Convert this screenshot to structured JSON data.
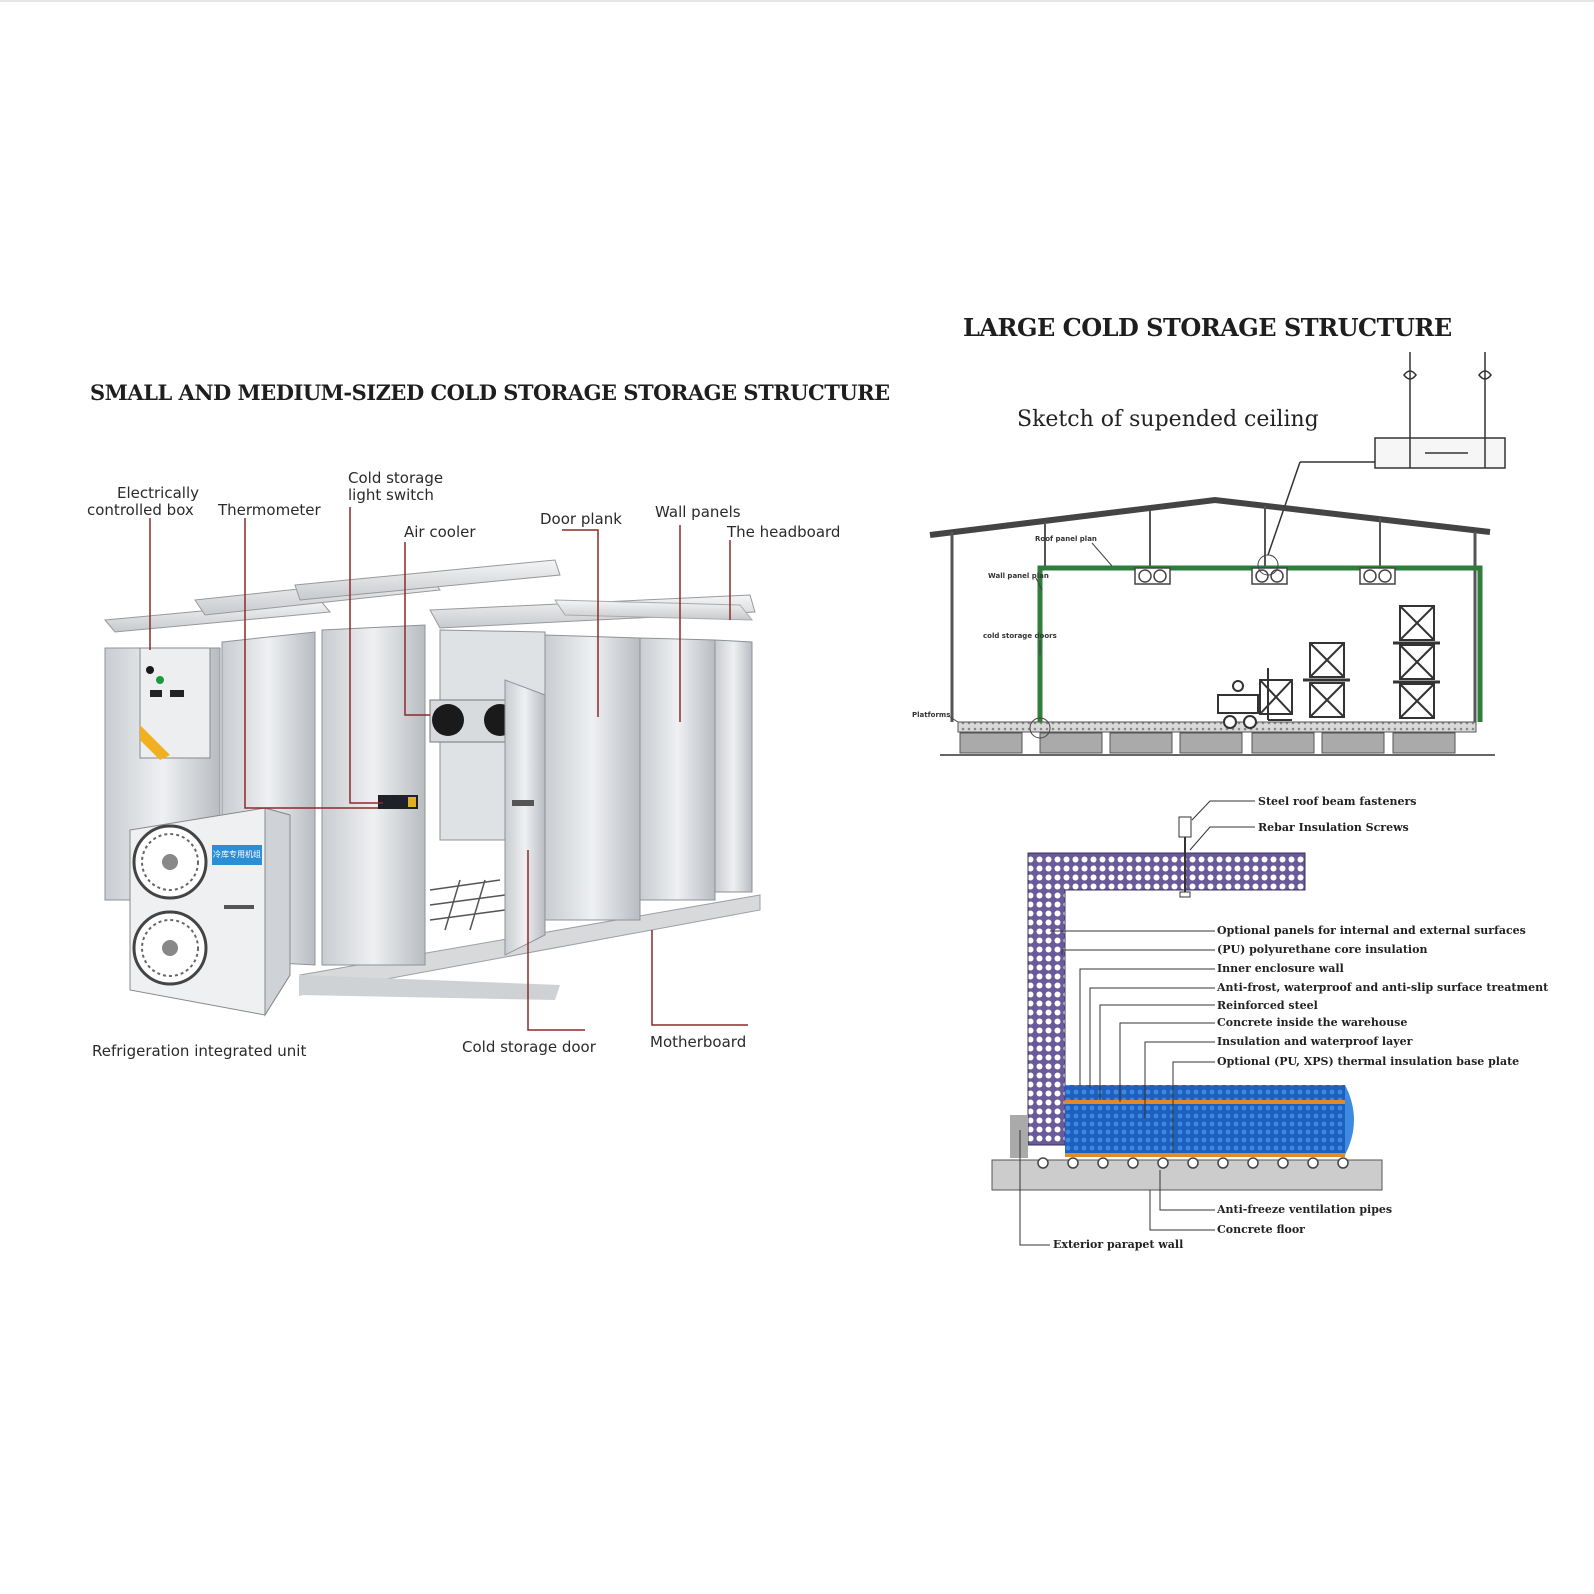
{
  "left": {
    "title": "SMALL AND MEDIUM-SIZED COLD STORAGE STORAGE STRUCTURE",
    "labels": {
      "electrically_1": "Electrically",
      "electrically_2": "controlled box",
      "thermometer": "Thermometer",
      "light_switch_1": "Cold storage",
      "light_switch_2": "light switch",
      "air_cooler": "Air cooler",
      "door_plank": "Door plank",
      "wall_panels": "Wall panels",
      "headboard": "The headboard",
      "refrigeration_unit": "Refrigeration integrated unit",
      "cold_storage_door": "Cold storage door",
      "motherboard": "Motherboard"
    },
    "unit_badge": "冷库专用机组"
  },
  "right": {
    "title": "LARGE COLD STORAGE STRUCTURE",
    "sketch_title": "Sketch of supended ceiling",
    "building_labels": {
      "roof_panel": "Roof panel plan",
      "wall_panel": "Wall panel plan",
      "doors": "cold storage doors",
      "platforms": "Platforms"
    },
    "section_labels": {
      "roof_fasteners": "Steel roof beam fasteners",
      "rebar_screws": "Rebar Insulation Screws",
      "optional_panels": "Optional panels for internal and external surfaces",
      "pu_core": "(PU) polyurethane core insulation",
      "inner_wall": "Inner enclosure wall",
      "anti_frost": "Anti-frost, waterproof and anti-slip surface treatment",
      "reinforced_steel": "Reinforced steel",
      "concrete_inside": "Concrete inside the warehouse",
      "insulation_layer": "Insulation and waterproof layer",
      "base_plate": "Optional (PU, XPS) thermal insulation base plate",
      "vent_pipes": "Anti-freeze ventilation pipes",
      "concrete_floor": "Concrete floor",
      "parapet": "Exterior parapet wall"
    }
  },
  "colors": {
    "frame_green": "#2e7d3a",
    "line_dark": "#333333",
    "callout_red": "#8b2a2a",
    "insulation_blue": "#1f5fbf",
    "panel_purple": "#6a5a9a",
    "orange_layer": "#e08a2a"
  }
}
